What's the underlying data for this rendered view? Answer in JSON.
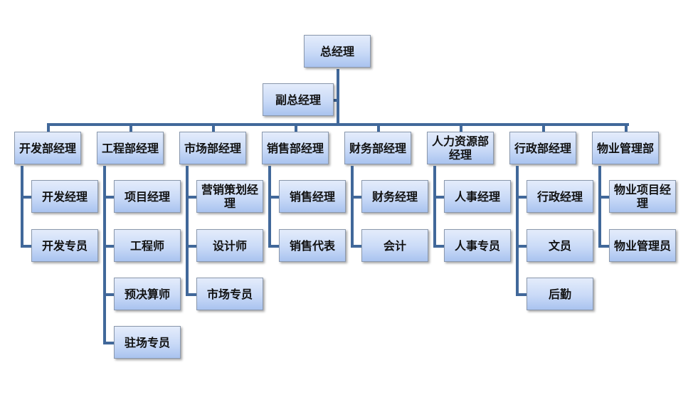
{
  "top": {
    "label": "总经理"
  },
  "assistant": {
    "label": "副总经理"
  },
  "departments": [
    {
      "label": "开发部经理",
      "children": [
        "开发经理",
        "开发专员"
      ]
    },
    {
      "label": "工程部经理",
      "children": [
        "项目经理",
        "工程师",
        "预决算师",
        "驻场专员"
      ]
    },
    {
      "label": "市场部经理",
      "children": [
        "营销策划经理",
        "设计师",
        "市场专员"
      ]
    },
    {
      "label": "销售部经理",
      "children": [
        "销售经理",
        "销售代表"
      ]
    },
    {
      "label": "财务部经理",
      "children": [
        "财务经理",
        "会计"
      ]
    },
    {
      "label": "人力资源部经理",
      "children": [
        "人事经理",
        "人事专员"
      ]
    },
    {
      "label": "行政部经理",
      "children": [
        "行政经理",
        "文员",
        "后勤"
      ]
    },
    {
      "label": "物业管理部",
      "children": [
        "物业项目经理",
        "物业管理员"
      ]
    }
  ],
  "colors": {
    "connector": "#41689a",
    "box_top": "#e4ecfb",
    "box_bottom": "#a9c3ef"
  }
}
